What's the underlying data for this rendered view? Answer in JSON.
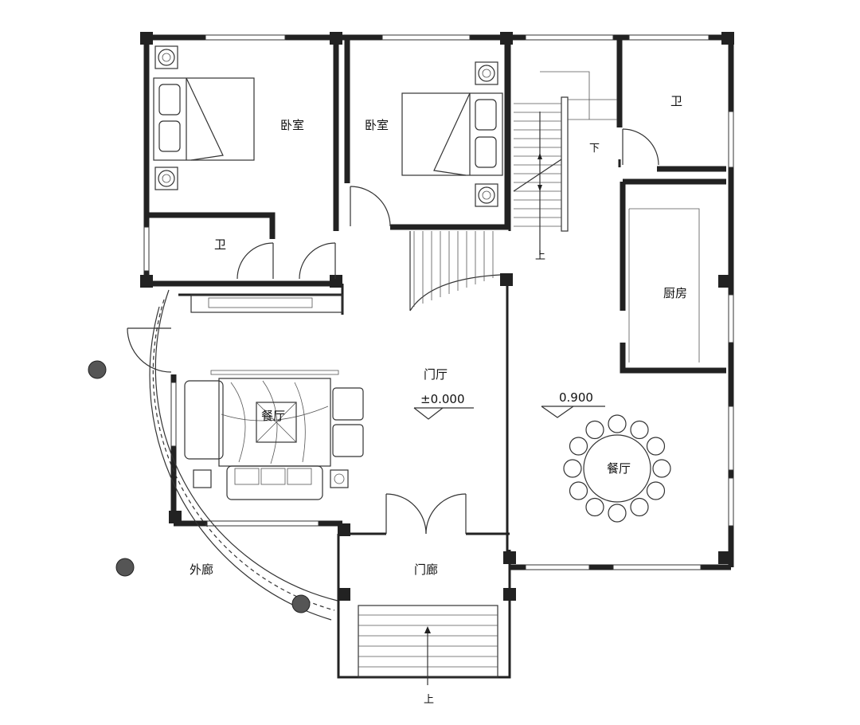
{
  "rooms": {
    "bedroom_left": "卧室",
    "bedroom_right": "卧室",
    "bathroom_left": "卫",
    "bathroom_right": "卫",
    "kitchen": "厨房",
    "foyer": "门厅",
    "living": "餐厅",
    "dining": "餐厅",
    "veranda": "外廊",
    "porch": "门廊"
  },
  "levels": {
    "foyer": "±0.000",
    "dining": "0.900"
  },
  "stairs": {
    "up_main": "上",
    "up_inner": "上",
    "down_inner": "下"
  }
}
